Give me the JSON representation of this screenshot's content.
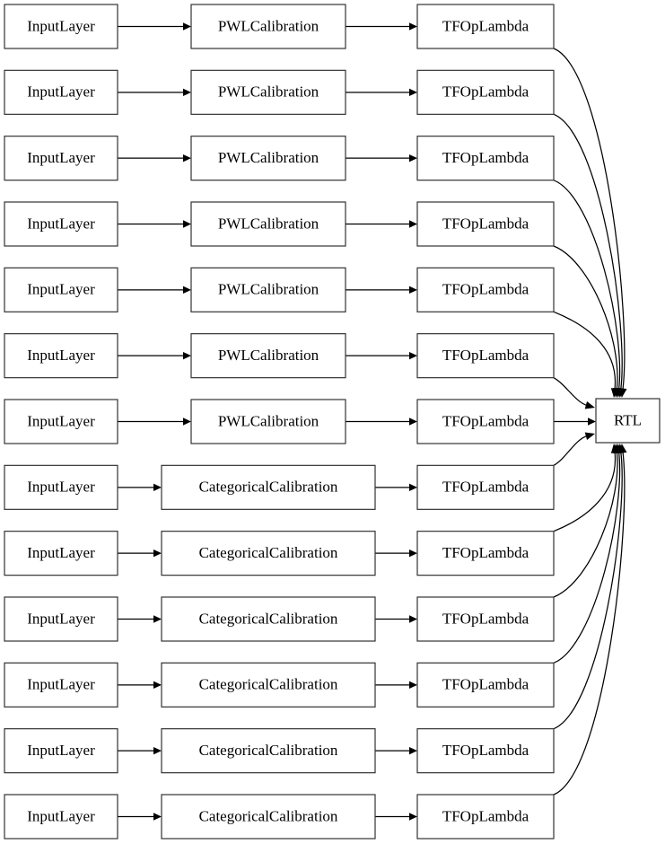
{
  "diagram": {
    "type": "keras-model-graph",
    "orientation": "left-to-right",
    "background_color": "#ffffff",
    "node_fill": "#ffffff",
    "node_stroke": "#333333",
    "edge_color": "#000000",
    "columns": [
      {
        "name": "inputs",
        "label": "InputLayer"
      },
      {
        "name": "calibrations",
        "label": "Calibration"
      },
      {
        "name": "lambdas",
        "label": "TFOpLambda"
      },
      {
        "name": "output",
        "label": "RTL"
      }
    ],
    "row_count": 13,
    "rows": [
      {
        "index": 1,
        "input": "InputLayer",
        "calibration": "PWLCalibration",
        "lambda": "TFOpLambda"
      },
      {
        "index": 2,
        "input": "InputLayer",
        "calibration": "PWLCalibration",
        "lambda": "TFOpLambda"
      },
      {
        "index": 3,
        "input": "InputLayer",
        "calibration": "PWLCalibration",
        "lambda": "TFOpLambda"
      },
      {
        "index": 4,
        "input": "InputLayer",
        "calibration": "PWLCalibration",
        "lambda": "TFOpLambda"
      },
      {
        "index": 5,
        "input": "InputLayer",
        "calibration": "PWLCalibration",
        "lambda": "TFOpLambda"
      },
      {
        "index": 6,
        "input": "InputLayer",
        "calibration": "PWLCalibration",
        "lambda": "TFOpLambda"
      },
      {
        "index": 7,
        "input": "InputLayer",
        "calibration": "PWLCalibration",
        "lambda": "TFOpLambda"
      },
      {
        "index": 8,
        "input": "InputLayer",
        "calibration": "CategoricalCalibration",
        "lambda": "TFOpLambda"
      },
      {
        "index": 9,
        "input": "InputLayer",
        "calibration": "CategoricalCalibration",
        "lambda": "TFOpLambda"
      },
      {
        "index": 10,
        "input": "InputLayer",
        "calibration": "CategoricalCalibration",
        "lambda": "TFOpLambda"
      },
      {
        "index": 11,
        "input": "InputLayer",
        "calibration": "CategoricalCalibration",
        "lambda": "TFOpLambda"
      },
      {
        "index": 12,
        "input": "InputLayer",
        "calibration": "CategoricalCalibration",
        "lambda": "TFOpLambda"
      },
      {
        "index": 13,
        "input": "InputLayer",
        "calibration": "CategoricalCalibration",
        "lambda": "TFOpLambda"
      }
    ],
    "sink": {
      "label": "RTL",
      "incoming_edge_count": 13
    }
  }
}
